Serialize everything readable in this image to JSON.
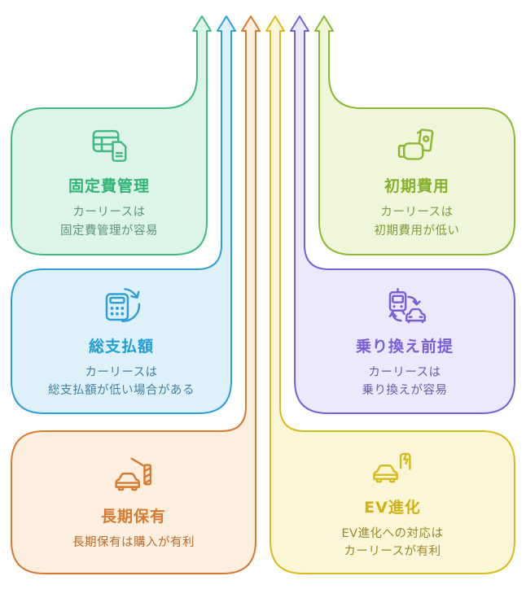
{
  "diagram": {
    "background": "#ffffff",
    "flows": [
      {
        "key": "fixed-cost",
        "title": "固定費管理",
        "desc": "カーリースは\n固定費管理が容易",
        "icon": "table-document-icon",
        "colors": {
          "border": "#42b983",
          "fill": "#ddf5e9",
          "title": "#2fb573",
          "desc": "#5c9579"
        }
      },
      {
        "key": "total-payment",
        "title": "総支払額",
        "desc": "カーリースは\n総支払額が低い場合がある",
        "icon": "calculator-refresh-icon",
        "colors": {
          "border": "#2d9fd8",
          "fill": "#def1fa",
          "title": "#219ed4",
          "desc": "#44809f"
        }
      },
      {
        "key": "long-term-ownership",
        "title": "長期保有",
        "desc": "長期保有は購入が有利",
        "icon": "car-parking-barrier-icon",
        "colors": {
          "border": "#d97a2e",
          "fill": "#fcefe0",
          "title": "#d97a2e",
          "desc": "#bb6a2e"
        }
      },
      {
        "key": "ev-evolution",
        "title": "EV進化",
        "desc": "EV進化への対応は\nカーリースが有利",
        "icon": "ev-charging-car-icon",
        "colors": {
          "border": "#d8bc1c",
          "fill": "#fbf6d7",
          "title": "#cfb214",
          "desc": "#998a25"
        }
      },
      {
        "key": "switching-premise",
        "title": "乗り換え前提",
        "desc": "カーリースは\n乗り換えが容易",
        "icon": "vehicle-swap-icon",
        "colors": {
          "border": "#7b5ed9",
          "fill": "#ebe9fb",
          "title": "#7b5ed9",
          "desc": "#6a5cae"
        }
      },
      {
        "key": "initial-cost",
        "title": "初期費用",
        "desc": "カーリースは\n初期費用が低い",
        "icon": "hand-money-icon",
        "colors": {
          "border": "#8eb832",
          "fill": "#eff6da",
          "title": "#85b02a",
          "desc": "#7d9b3a"
        }
      }
    ]
  }
}
